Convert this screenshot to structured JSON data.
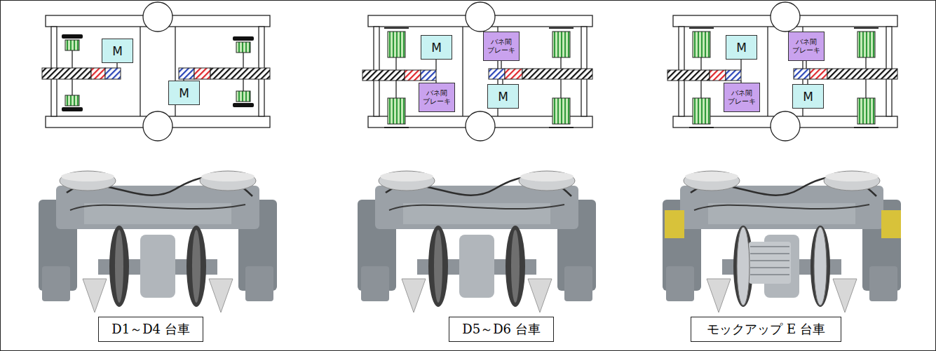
{
  "diagram": {
    "nodes": [
      {
        "text": [
          "M"
        ]
      },
      {
        "text": [
          "M"
        ]
      },
      {
        "text": [
          "M"
        ]
      },
      {
        "text": [
          "バネ間 ブレーキ"
        ]
      },
      {
        "text": [
          "バネ間 ブレーキ"
        ]
      },
      {
        "text": [
          "M"
        ]
      },
      {
        "text": [
          "M"
        ]
      },
      {
        "text": [
          "バネ間 ブレーキ"
        ]
      },
      {
        "text": [
          "バネ間 ブレーキ"
        ]
      },
      {
        "text": [
          "M"
        ]
      },
      {
        "text": [
          "D1～D4 台車"
        ]
      },
      {
        "text": [
          "D5～D6 台車"
        ]
      },
      {
        "text": [
          "モックアップ E 台車"
        ]
      }
    ]
  }
}
